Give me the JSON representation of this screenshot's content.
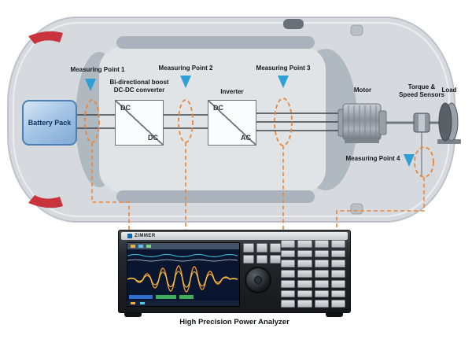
{
  "diagram": {
    "measuring_points": {
      "p1": "Measuring Point 1",
      "p2": "Measuring Point 2",
      "p3": "Measuring Point 3",
      "p4": "Measuring Point 4"
    },
    "components": {
      "battery": "Battery Pack",
      "dcdc_label": "Bi-directional boost\nDC-DC converter",
      "dcdc_in": "DC",
      "dcdc_out": "DC",
      "inverter_label": "Inverter",
      "inverter_in": "DC",
      "inverter_out": "AC",
      "motor": "Motor",
      "sensors": "Torque &\nSpeed Sensors",
      "load": "Load"
    },
    "analyzer": {
      "brand": "ZIMMER",
      "caption": "High Precision Power Analyzer",
      "button_grid": {
        "rows": 7,
        "cols": 4
      },
      "side_buttons": 6
    },
    "colors": {
      "marker_blue": "#2f9fd8",
      "probe_orange": "#e8873b",
      "battery_blue": "#a6c6e6",
      "car_gray": "#d6dade"
    }
  }
}
